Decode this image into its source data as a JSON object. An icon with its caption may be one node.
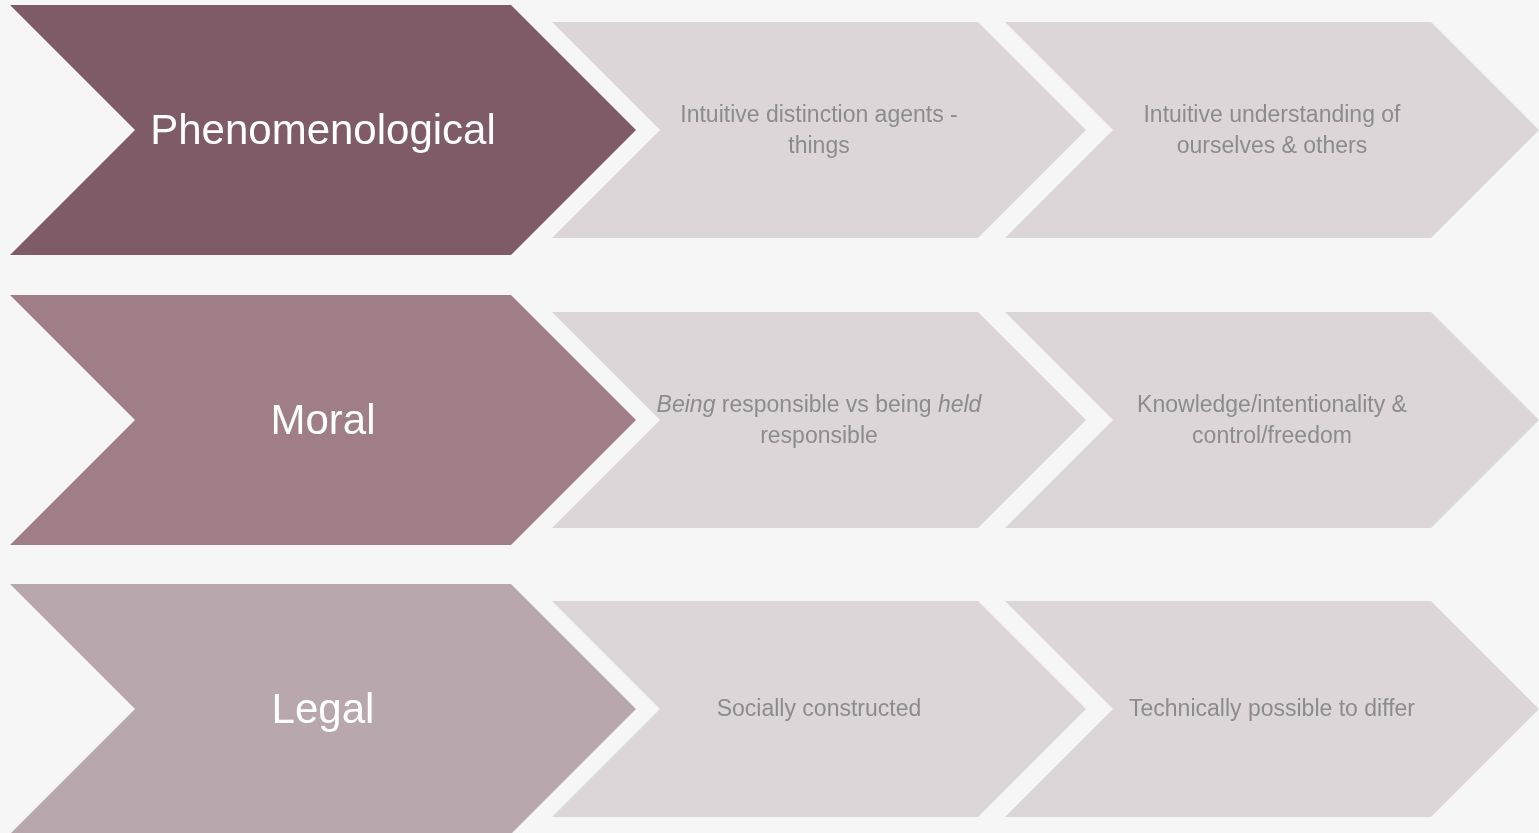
{
  "diagram": {
    "nodes": [
      {
        "text": [
          "Phenomenological"
        ]
      },
      {
        "text": [
          "Intuitive distinction agents - things"
        ]
      },
      {
        "text": [
          "Intuitive understanding of ourselves & others"
        ]
      },
      {
        "text": [
          "Moral"
        ]
      },
      {
        "text": [
          "*Being* responsible vs being *held* responsible"
        ]
      },
      {
        "text": [
          "Knowledge/intentionality & control/freedom"
        ]
      },
      {
        "text": [
          "Legal"
        ]
      },
      {
        "text": [
          "Socially constructed"
        ]
      },
      {
        "text": [
          "Technically possible to differ"
        ]
      }
    ]
  }
}
